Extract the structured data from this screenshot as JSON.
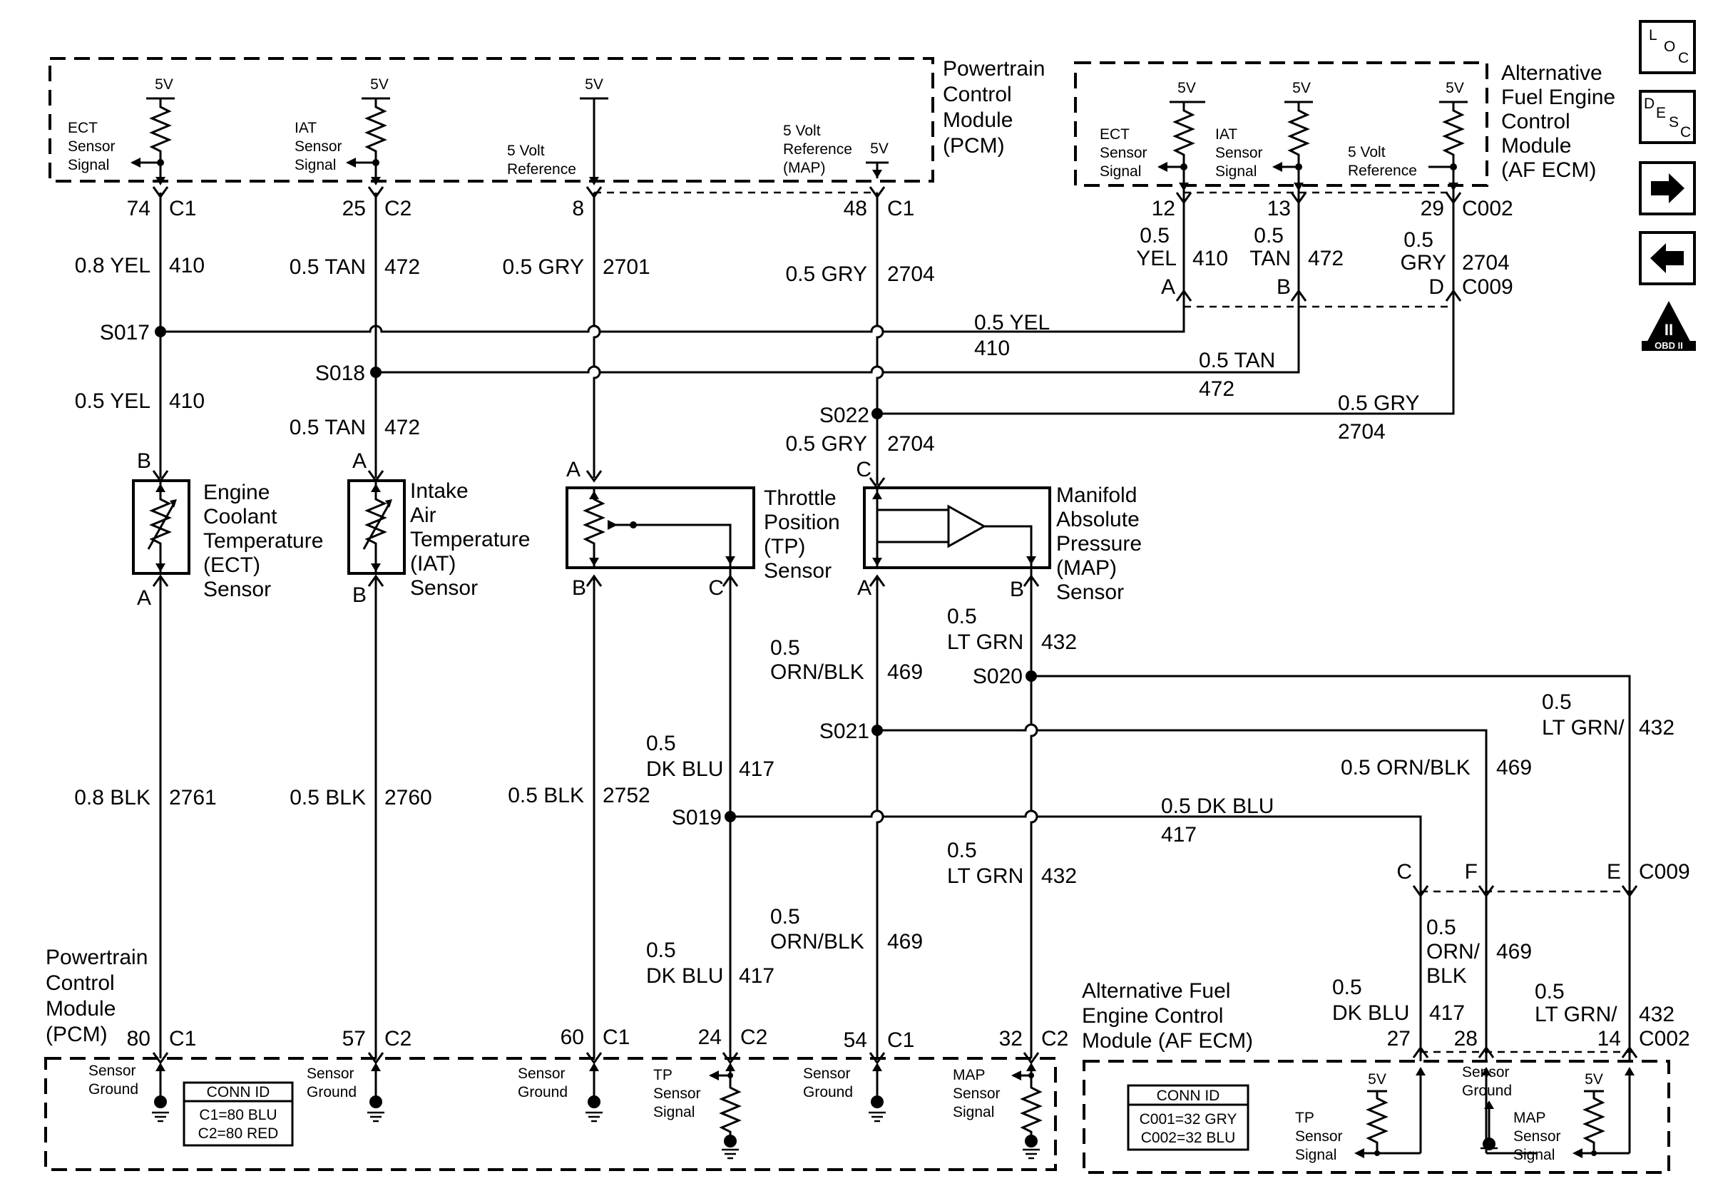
{
  "modules": {
    "pcm_top": [
      "Powertrain",
      "Control",
      "Module",
      "(PCM)"
    ],
    "afecm_top": [
      "Alternative",
      "Fuel Engine",
      "Control",
      "Module",
      "(AF ECM)"
    ],
    "pcm_bottom": [
      "Powertrain",
      "Control",
      "Module",
      "(PCM)"
    ],
    "afecm_bottom": [
      "Alternative Fuel",
      "Engine Control",
      "Module (AF ECM)"
    ]
  },
  "pcm_internal": {
    "v5": "5V",
    "ect_signal": [
      "ECT",
      "Sensor",
      "Signal"
    ],
    "iat_signal": [
      "IAT",
      "Sensor",
      "Signal"
    ],
    "ref": [
      "5 Volt",
      "Reference"
    ],
    "map_ref": [
      "5 Volt",
      "Reference",
      "(MAP)"
    ]
  },
  "afecm_internal": {
    "ect_signal": [
      "ECT",
      "Sensor",
      "Signal"
    ],
    "iat_signal": [
      "IAT",
      "Sensor",
      "Signal"
    ],
    "ref": [
      "5 Volt",
      "Reference"
    ]
  },
  "top_pins": {
    "ect": [
      "74",
      "C1"
    ],
    "iat": [
      "25",
      "C2"
    ],
    "tp_ref": [
      "8"
    ],
    "map_ref": [
      "48",
      "C1"
    ],
    "af_ect": [
      "12"
    ],
    "af_iat": [
      "13"
    ],
    "af_ref": [
      "29",
      "C002"
    ]
  },
  "top_wires": {
    "ect": [
      "0.8 YEL",
      "410"
    ],
    "iat": [
      "0.5 TAN",
      "472"
    ],
    "tp": [
      "0.5 GRY",
      "2701"
    ],
    "map": [
      "0.5 GRY",
      "2704"
    ],
    "af_ect": [
      "0.5",
      "YEL",
      "410"
    ],
    "af_iat": [
      "0.5",
      "TAN",
      "472"
    ],
    "af_ref": [
      "0.5",
      "GRY",
      "2704"
    ]
  },
  "c009_top": {
    "a": "A",
    "b": "B",
    "d": "D",
    "conn": "C009"
  },
  "horizontal_wires": {
    "yel": [
      "0.5 YEL",
      "410"
    ],
    "tan": [
      "0.5 TAN",
      "472"
    ],
    "gry": [
      "0.5 GRY",
      "2704"
    ]
  },
  "splices": {
    "s017": "S017",
    "s018": "S018",
    "s022": "S022",
    "s020": "S020",
    "s021": "S021",
    "s019": "S019"
  },
  "mid_wires": {
    "ect": [
      "0.5 YEL",
      "410"
    ],
    "iat": [
      "0.5 TAN",
      "472"
    ],
    "map": [
      "0.5 GRY",
      "2704"
    ]
  },
  "sensors": {
    "ect": [
      "Engine",
      "Coolant",
      "Temperature",
      "(ECT)",
      "Sensor"
    ],
    "iat": [
      "Intake",
      "Air",
      "Temperature",
      "(IAT)",
      "Sensor"
    ],
    "tp": [
      "Throttle",
      "Position",
      "(TP)",
      "Sensor"
    ],
    "map": [
      "Manifold",
      "Absolute",
      "Pressure",
      "(MAP)",
      "Sensor"
    ]
  },
  "sensor_pins": {
    "ect_top": "B",
    "ect_bot": "A",
    "iat_top": "A",
    "iat_bot": "B",
    "tp_top": "A",
    "tp_b": "B",
    "tp_c": "C",
    "map_c": "C",
    "map_a": "A",
    "map_b": "B"
  },
  "lower_wires": {
    "ect": [
      "0.8 BLK",
      "2761"
    ],
    "iat": [
      "0.5 BLK",
      "2760"
    ],
    "tp": [
      "0.5 BLK",
      "2752"
    ],
    "tp_sig1": [
      "0.5",
      "DK BLU",
      "417"
    ],
    "tp_sig2": [
      "0.5",
      "DK BLU",
      "417"
    ],
    "map_gnd1": [
      "0.5",
      "ORN/BLK",
      "469"
    ],
    "map_gnd2": [
      "0.5",
      "ORN/BLK",
      "469"
    ],
    "map_sig1": [
      "0.5",
      "LT GRN",
      "432"
    ],
    "map_sig2": [
      "0.5",
      "LT GRN",
      "432"
    ],
    "h_dkblu": [
      "0.5 DK BLU",
      "417"
    ],
    "h_ornblk": [
      "0.5 ORN/BLK",
      "469"
    ],
    "h_ltgrn": [
      "0.5",
      "LT GRN/",
      "432"
    ],
    "af_ornblk": [
      "0.5",
      "ORN/",
      "BLK",
      "469"
    ],
    "af_dkblu": [
      "0.5",
      "DK BLU",
      "417"
    ],
    "af_ltgrn": [
      "0.5",
      "LT GRN/",
      "432"
    ]
  },
  "c009_bottom": {
    "c": "C",
    "f": "F",
    "e": "E",
    "conn": "C009"
  },
  "bottom_pins": {
    "ect": [
      "80",
      "C1"
    ],
    "iat": [
      "57",
      "C2"
    ],
    "tp_gnd": [
      "60",
      "C1"
    ],
    "tp_sig": [
      "24",
      "C2"
    ],
    "map_gnd": [
      "54",
      "C1"
    ],
    "map_sig": [
      "32",
      "C2"
    ],
    "af_tp": [
      "27"
    ],
    "af_gnd": [
      "28"
    ],
    "af_map": [
      "14",
      "C002"
    ]
  },
  "bottom_internal": {
    "sensor_ground": [
      "Sensor",
      "Ground"
    ],
    "tp_signal": [
      "TP",
      "Sensor",
      "Signal"
    ],
    "map_signal": [
      "MAP",
      "Sensor",
      "Signal"
    ],
    "v5": "5V"
  },
  "conn_id_pcm": {
    "title": "CONN ID",
    "lines": [
      "C1=80 BLU",
      "C2=80 RED"
    ]
  },
  "conn_id_af": {
    "title": "CONN ID",
    "lines": [
      "C001=32 GRY",
      "C002=32 BLU"
    ]
  },
  "nav": {
    "loc": [
      "L",
      "O",
      "C"
    ],
    "desc": [
      "D",
      "E",
      "S",
      "C"
    ],
    "obd": "OBD II",
    "obd_num": "II"
  }
}
